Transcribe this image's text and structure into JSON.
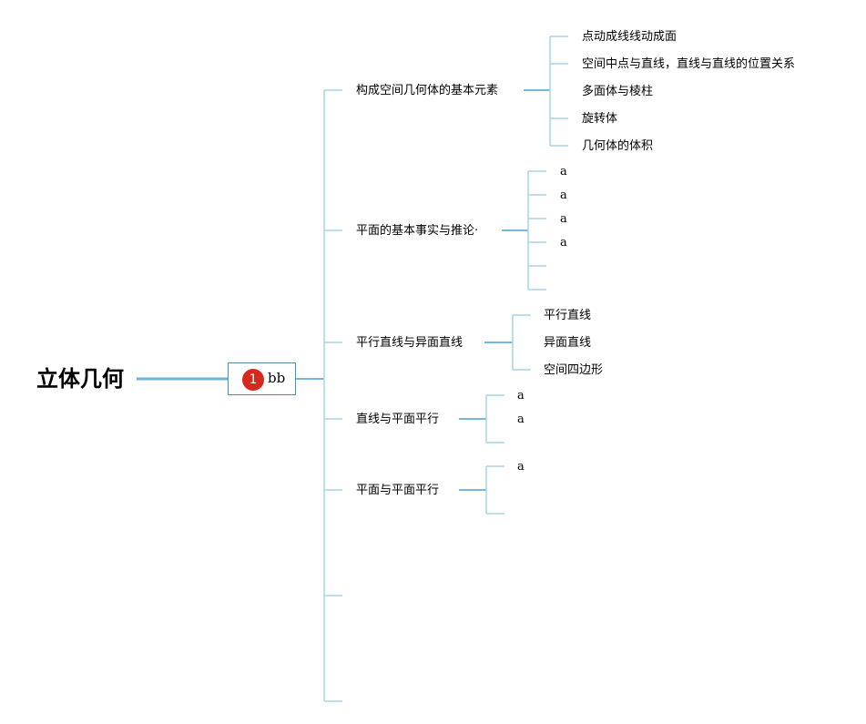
{
  "root": {
    "title": "立体几何"
  },
  "center": {
    "badge": "1",
    "label": "bb"
  },
  "branches": [
    {
      "label": "构成空间几何体的基本元素",
      "children": [
        "点动成线线动成面",
        "空间中点与直线，直线与直线的位置关系",
        "多面体与棱柱",
        "旋转体",
        "几何体的体积"
      ]
    },
    {
      "label": "平面的基本事实与推论·",
      "children": [
        "a",
        "a",
        "a",
        "a",
        ""
      ]
    },
    {
      "label": "平行直线与异面直线",
      "children": [
        "平行直线",
        "异面直线",
        "空间四边形"
      ]
    },
    {
      "label": "直线与平面平行",
      "children": [
        "a",
        "a",
        ""
      ]
    },
    {
      "label": "平面与平面平行",
      "children": [
        "a",
        ""
      ]
    },
    {
      "label": "",
      "children": []
    },
    {
      "label": "",
      "children": []
    }
  ],
  "colors": {
    "connector_main": "#6db4d6",
    "connector_branch": "#74b9da",
    "connector_leaf": "#a8d3e8",
    "badge": "#d8281e",
    "center_border": "#5c8a9e"
  }
}
